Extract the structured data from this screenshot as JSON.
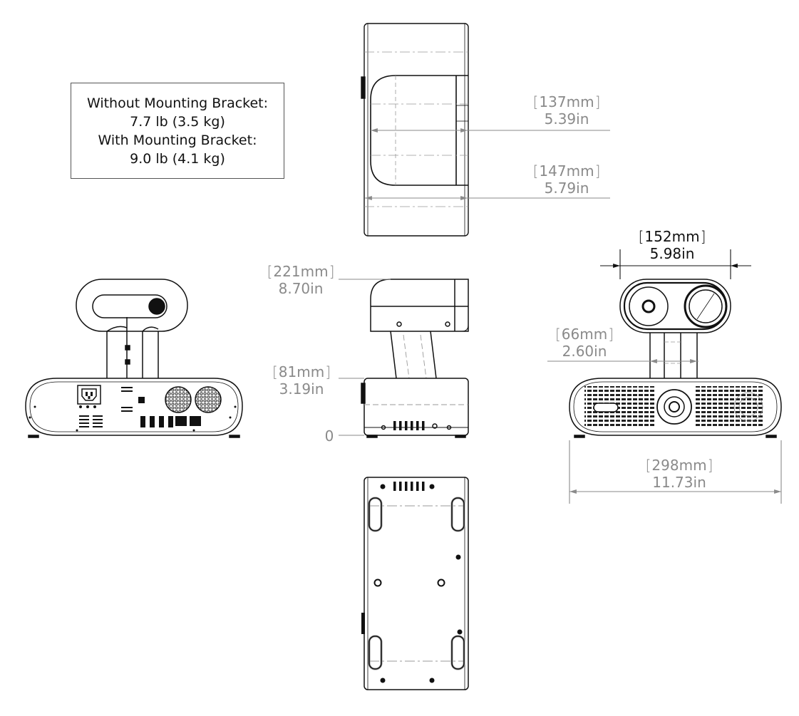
{
  "weight_note": {
    "line1": "Without Mounting Bracket:",
    "line2": "7.7 lb (3.5 kg)",
    "line3": "With Mounting Bracket:",
    "line4": "9.0 lb (4.1 kg)"
  },
  "dimensions": {
    "top_depth_head": {
      "mm": "137mm",
      "in": "5.39in"
    },
    "top_depth_base": {
      "mm": "147mm",
      "in": "5.79in"
    },
    "height_total": {
      "mm": "221mm",
      "in": "8.70in"
    },
    "height_base": {
      "mm": "81mm",
      "in": "3.19in"
    },
    "height_zero": "0",
    "head_width": {
      "mm": "152mm",
      "in": "5.98in"
    },
    "arm_width": {
      "mm": "66mm",
      "in": "2.60in"
    },
    "base_width": {
      "mm": "298mm",
      "in": "11.73in"
    }
  },
  "colors": {
    "line": "#111111",
    "dimension": "#8a8a8a",
    "hidden_line": "#9a9a9a"
  }
}
